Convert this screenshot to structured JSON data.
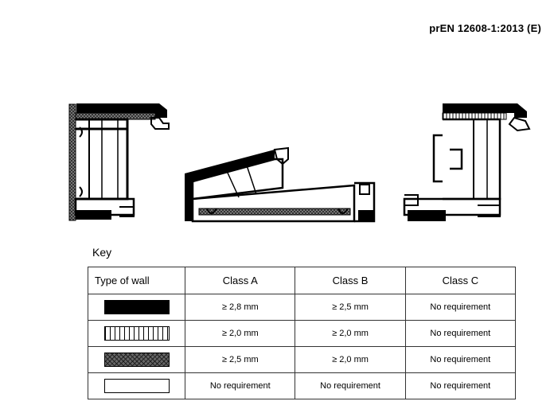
{
  "header": {
    "doc_ref": "prEN 12608-1:2013 (E)"
  },
  "key": {
    "label": "Key",
    "columns": [
      "Type of wall",
      "Class A",
      "Class B",
      "Class C"
    ],
    "rows": [
      {
        "wall_type": "solid",
        "values": [
          "≥ 2,8 mm",
          "≥ 2,5 mm",
          "No requirement"
        ]
      },
      {
        "wall_type": "vertical-hatch",
        "values": [
          "≥ 2,0 mm",
          "≥ 2,0 mm",
          "No requirement"
        ]
      },
      {
        "wall_type": "cross-hatch",
        "values": [
          "≥ 2,5 mm",
          "≥ 2,0 mm",
          "No requirement"
        ]
      },
      {
        "wall_type": "empty",
        "values": [
          "No requirement",
          "No requirement",
          "No requirement"
        ]
      }
    ]
  }
}
